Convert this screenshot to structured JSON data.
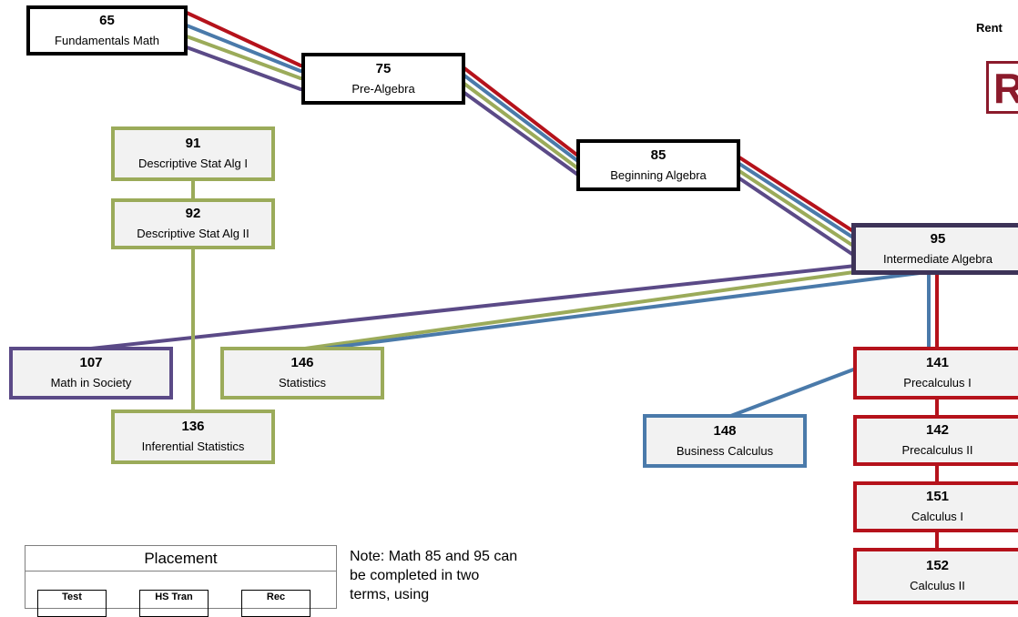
{
  "courses": {
    "c65": {
      "num": "65",
      "name": "Fundamentals Math"
    },
    "c75": {
      "num": "75",
      "name": "Pre-Algebra"
    },
    "c85": {
      "num": "85",
      "name": "Beginning Algebra"
    },
    "c95": {
      "num": "95",
      "name": "Intermediate Algebra"
    },
    "c91": {
      "num": "91",
      "name": "Descriptive Stat Alg I"
    },
    "c92": {
      "num": "92",
      "name": "Descriptive Stat Alg II"
    },
    "c107": {
      "num": "107",
      "name": "Math in Society"
    },
    "c146": {
      "num": "146",
      "name": "Statistics"
    },
    "c136": {
      "num": "136",
      "name": "Inferential Statistics"
    },
    "c148": {
      "num": "148",
      "name": "Business Calculus"
    },
    "c141": {
      "num": "141",
      "name": "Precalculus I"
    },
    "c142": {
      "num": "142",
      "name": "Precalculus II"
    },
    "c151": {
      "num": "151",
      "name": "Calculus I"
    },
    "c152": {
      "num": "152",
      "name": "Calculus II"
    }
  },
  "colors": {
    "red": "#b5121b",
    "blue": "#4a7aaa",
    "green": "#9bab5a",
    "purple": "#5b4a87",
    "black": "#000000"
  },
  "brand": {
    "text": "Rent",
    "logo_letter": "R"
  },
  "placement": {
    "title": "Placement",
    "options": [
      "Test",
      "HS Tran",
      "Rec"
    ]
  },
  "note": "Note: Math 85 and 95 can be completed in two terms, using"
}
